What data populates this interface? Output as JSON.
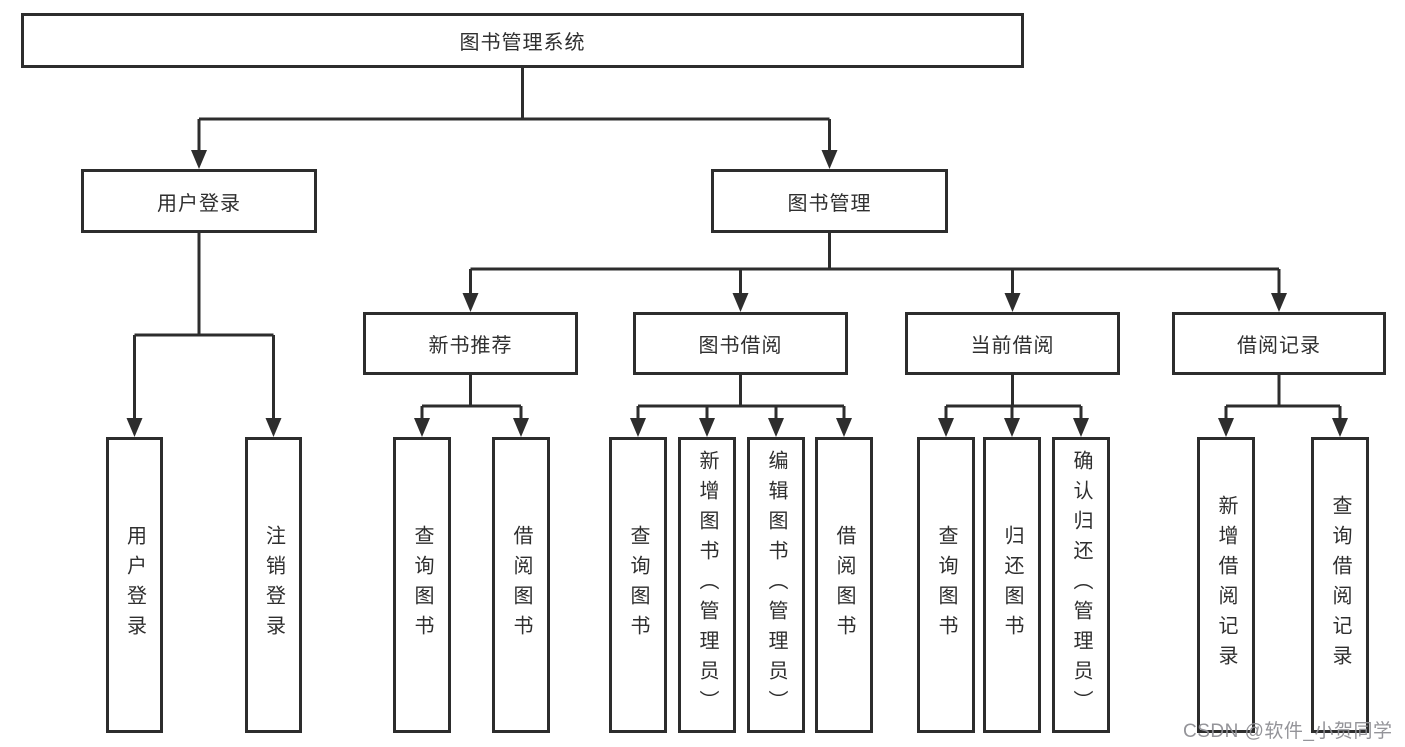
{
  "watermark": "CSDN @软件_小贺同学",
  "colors": {
    "line": "#2d2d2d",
    "box_border": "#2d2d2d",
    "text": "#2f2f2f",
    "watermark": "#8e8e94",
    "background": "#ffffff"
  },
  "tree": {
    "label": "图书管理系统",
    "children": [
      {
        "label": "用户登录",
        "children": [
          {
            "label": "用户登录"
          },
          {
            "label": "注销登录"
          }
        ]
      },
      {
        "label": "图书管理",
        "children": [
          {
            "label": "新书推荐",
            "children": [
              {
                "label": "查询图书"
              },
              {
                "label": "借阅图书"
              }
            ]
          },
          {
            "label": "图书借阅",
            "children": [
              {
                "label": "查询图书"
              },
              {
                "label": "新增图书（管理员）"
              },
              {
                "label": "编辑图书（管理员）"
              },
              {
                "label": "借阅图书"
              }
            ]
          },
          {
            "label": "当前借阅",
            "children": [
              {
                "label": "查询图书"
              },
              {
                "label": "归还图书"
              },
              {
                "label": "确认归还（管理员）"
              }
            ]
          },
          {
            "label": "借阅记录",
            "children": [
              {
                "label": "新增借阅记录"
              },
              {
                "label": "查询借阅记录"
              }
            ]
          }
        ]
      }
    ]
  }
}
